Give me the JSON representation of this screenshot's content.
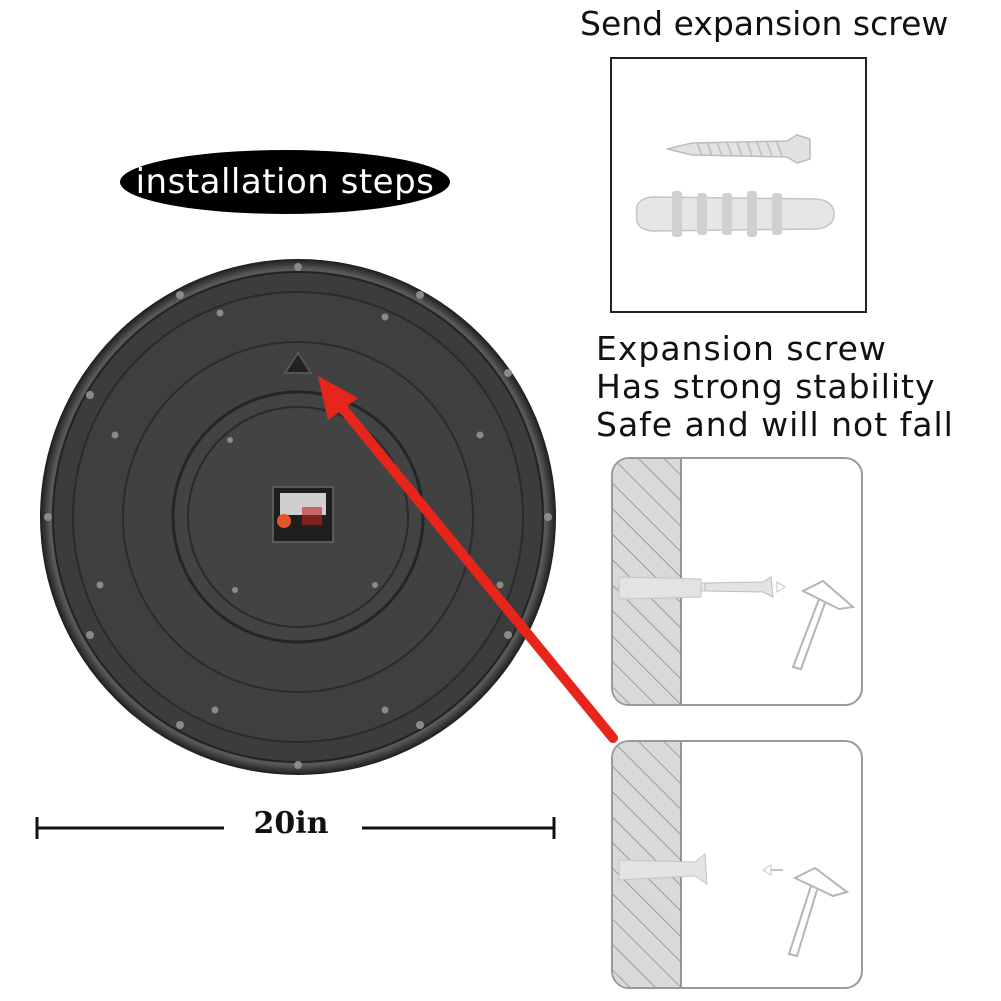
{
  "badge": {
    "text": "installation steps"
  },
  "hardware": {
    "title": "Send expansion screw",
    "items": [
      "expansion-screw",
      "wall-anchor"
    ]
  },
  "features": [
    "Expansion screw",
    "Has strong stability",
    "Safe and will not fall"
  ],
  "clock": {
    "size_label": "20in",
    "color": "#3a3a3a"
  },
  "steps": [
    {
      "id": "insert-screw-and-hammer"
    },
    {
      "id": "anchor-in-wall"
    }
  ],
  "colors": {
    "arrow": "#e8251b",
    "badge": "#000000",
    "wall_hatch": "#d9d9d9"
  }
}
